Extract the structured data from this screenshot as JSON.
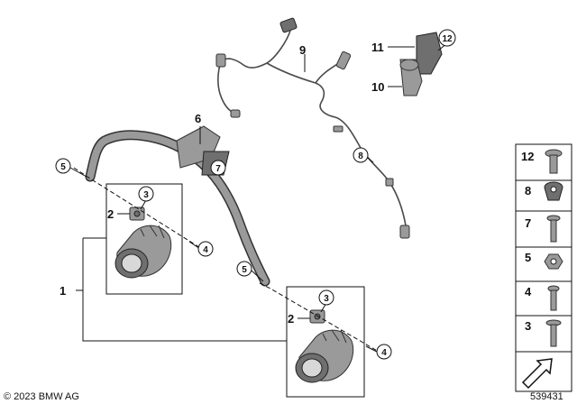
{
  "callouts": {
    "c1": "1",
    "c2a": "2",
    "c2b": "2",
    "c3a": "3",
    "c3b": "3",
    "c4a": "4",
    "c4b": "4",
    "c5a": "5",
    "c5b": "5",
    "c6": "6",
    "c7": "7",
    "c8": "8",
    "c9": "9",
    "c10": "10",
    "c11": "11",
    "c12": "12"
  },
  "side_panel": {
    "items": [
      "12",
      "8",
      "7",
      "5",
      "4",
      "3"
    ]
  },
  "footer": {
    "copyright": "© 2023 BMW AG",
    "diagram_number": "539431"
  },
  "icons": [
    "fog-light-icon",
    "bracket-icon",
    "bolt-icon",
    "nut-icon",
    "wiring-harness-icon",
    "arrow-icon"
  ]
}
